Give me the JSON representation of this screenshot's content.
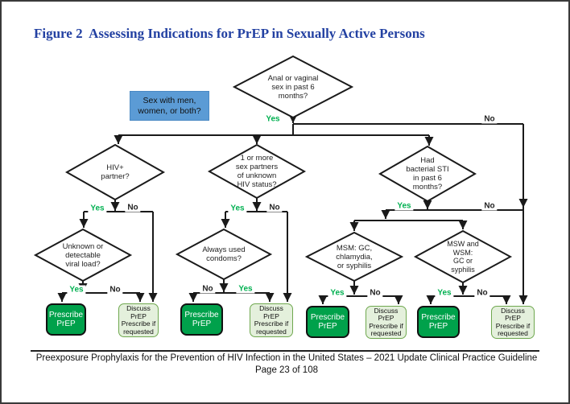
{
  "title": "Figure 2  Assessing Indications for PrEP in Sexually Active Persons",
  "colors": {
    "title_blue": "#2341A2",
    "note_blue": "#5B9BD5",
    "prescribe_green": "#00A14B",
    "discuss_fill": "#E4F0DC",
    "discuss_border": "#6FA84F",
    "yes_green": "#00B050",
    "line_black": "#1a1a1a"
  },
  "flow": {
    "note": "Sex with men,\nwomen, or both?",
    "q_anal_vaginal": "Anal or vaginal\nsex in past 6\nmonths?",
    "q_hiv_partner": "HIV+\npartner?",
    "q_partners_unknown": "1 or more\nsex partners\nof unknown\nHIV status?",
    "q_bacterial_sti": "Had\nbacterial STI\nin past 6\nmonths?",
    "q_viral_load": "Unknown or\ndetectable\nviral load?",
    "q_condoms": "Always used\ncondoms?",
    "q_msm_sti": "MSM: GC,\nchlamydia,\nor syphilis",
    "q_msw_wsm_sti": "MSW and\nWSM:\nGC or\nsyphilis",
    "outcome_prescribe": "Prescribe\nPrEP",
    "outcome_discuss": "Discuss\nPrEP\nPrescribe if\nrequested",
    "yes": "Yes",
    "no": "No"
  },
  "footer": {
    "guideline": "Preexposure Prophylaxis for the Prevention of HIV Infection in the United States – 2021 Update Clinical Practice Guideline",
    "page": "Page 23 of 108"
  }
}
